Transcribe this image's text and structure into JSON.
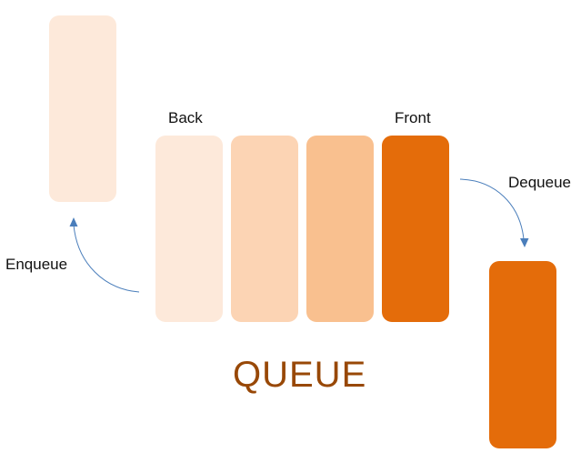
{
  "diagram": {
    "title": "QUEUE",
    "labels": {
      "back": "Back",
      "front": "Front",
      "enqueue": "Enqueue",
      "dequeue": "Dequeue"
    },
    "colors": {
      "lightest": "#fde9da",
      "light": "#fcd4b4",
      "medium": "#f9c08f",
      "strong": "#e46c0a",
      "title": "#984807",
      "arrow": "#4a7ebb"
    }
  }
}
